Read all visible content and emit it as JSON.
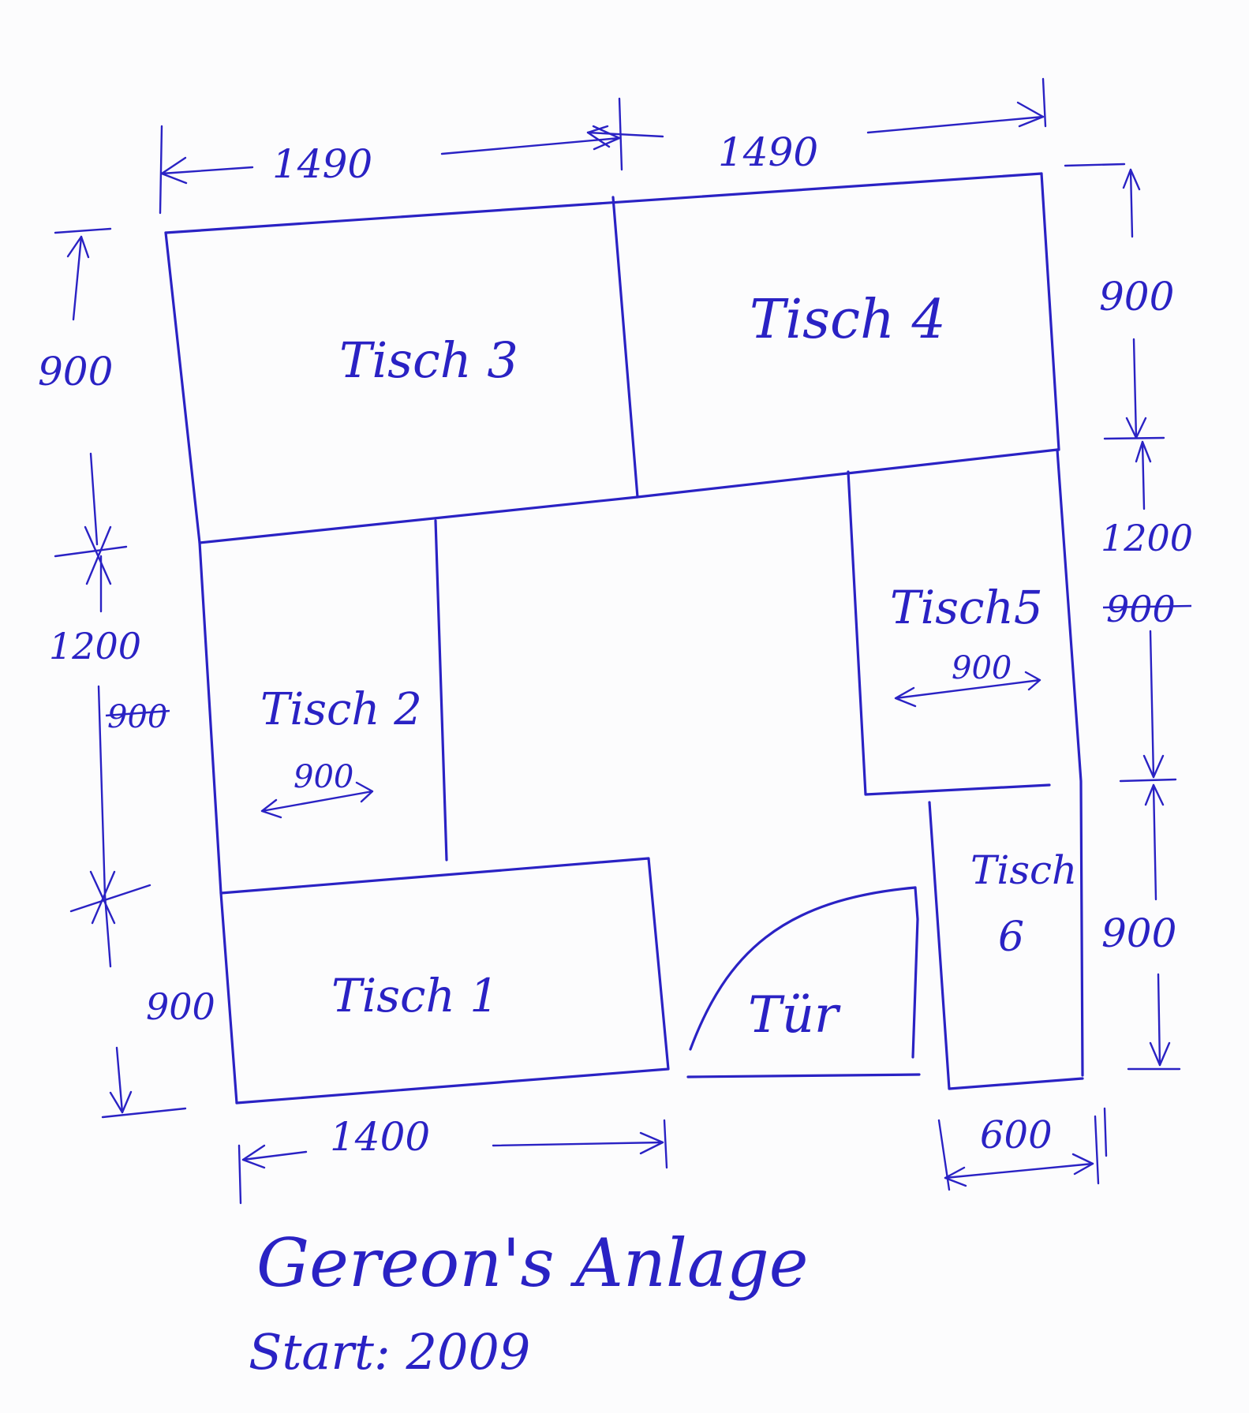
{
  "tables": {
    "t1": "Tisch 1",
    "t2": "Tisch 2",
    "t3": "Tisch 3",
    "t4": "Tisch 4",
    "t5": "Tisch5",
    "t6_line1": "Tisch",
    "t6_line2": "6",
    "door": "Tür"
  },
  "dimensions": {
    "top_left_width": "1490",
    "top_right_width": "1490",
    "left_top_depth": "900",
    "left_mid_depth": "1200",
    "left_mid_old": "900",
    "left_bottom_depth": "900",
    "right_top_depth": "900",
    "right_mid_depth": "1200",
    "right_mid_old": "900",
    "right_bottom_depth": "900",
    "bottom_left_width": "1400",
    "bottom_right_width": "600",
    "tisch2_width": "900",
    "tisch5_width": "900"
  },
  "footer": {
    "title": "Gereon's Anlage",
    "start": "Start: 2009"
  },
  "ink_color": "#2a22c4"
}
